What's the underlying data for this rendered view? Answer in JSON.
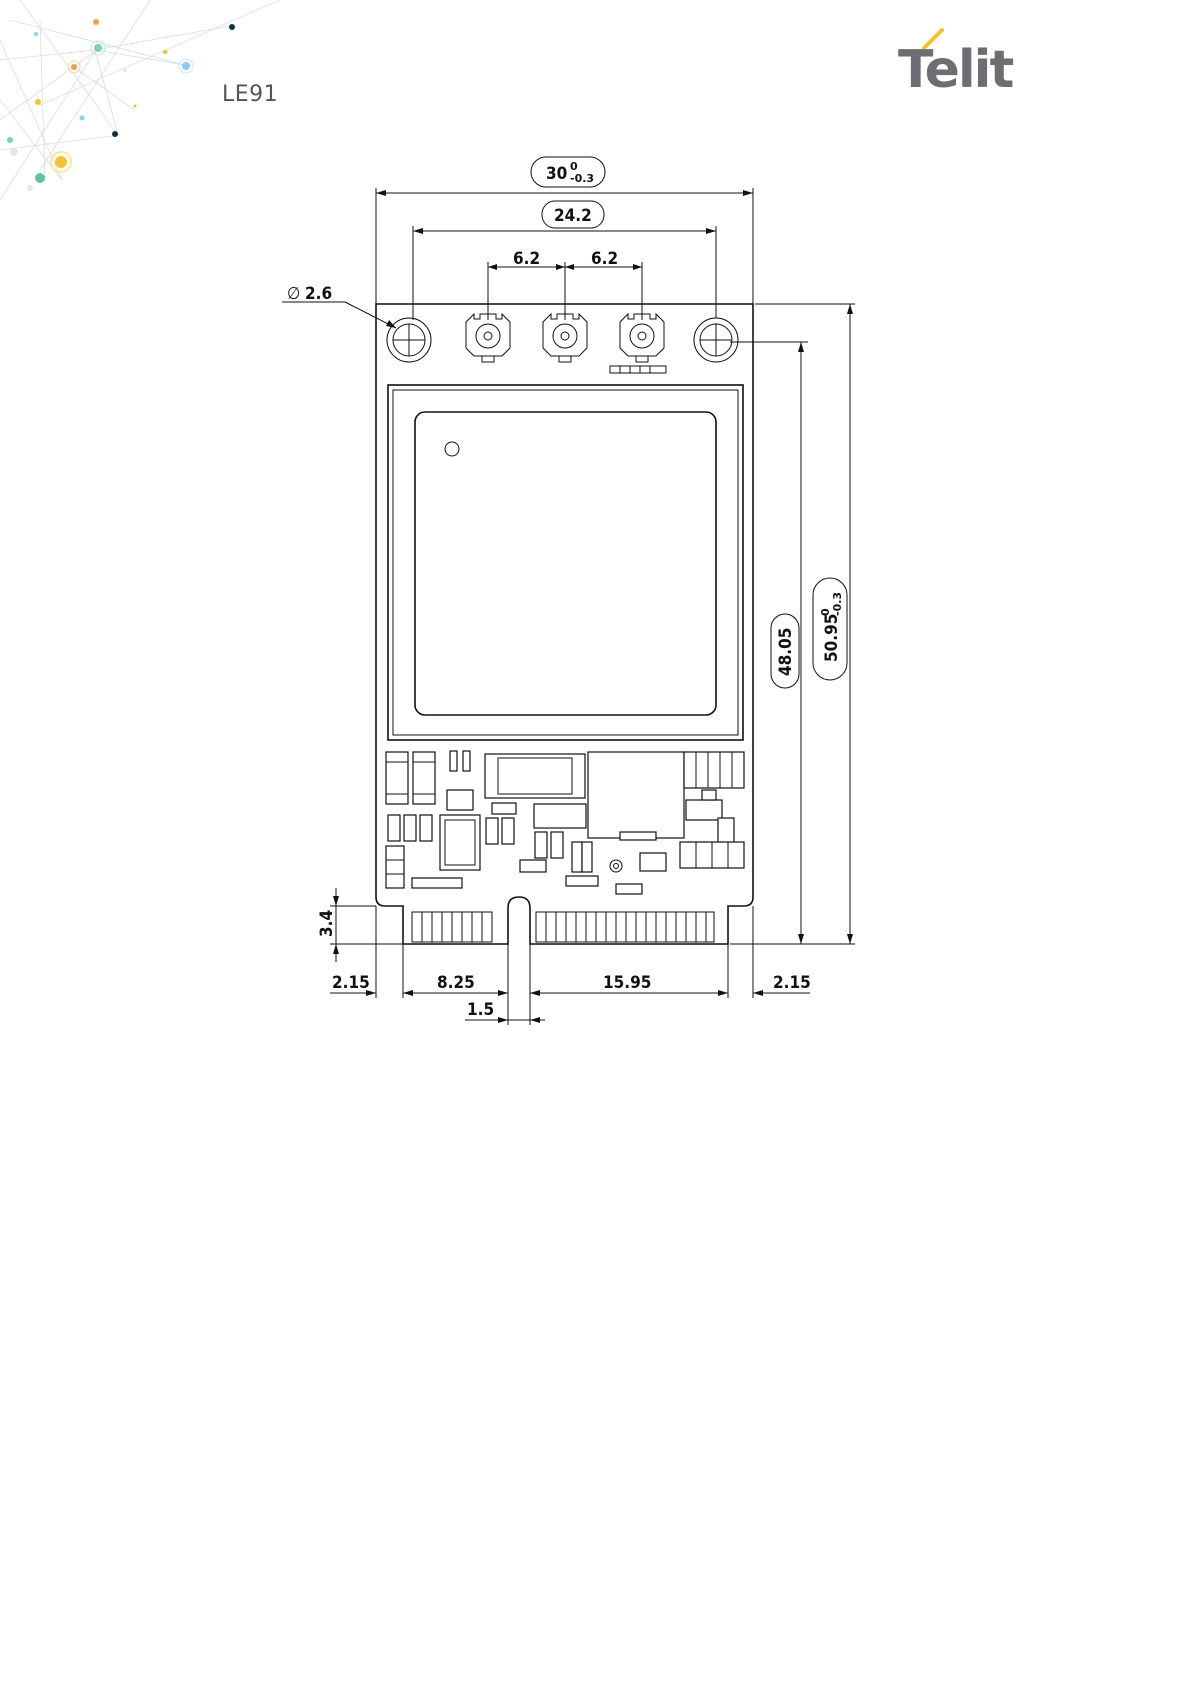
{
  "header": {
    "doc_title": "LE91",
    "logo_text": "Telit",
    "logo_accent_color": "#f2c230",
    "logo_text_color": "#6d6e71"
  },
  "drawing": {
    "width_main": "30",
    "width_tol_upper": "0",
    "width_tol_lower": "-0.3",
    "hole_spacing": "24.2",
    "connector_pitch_left": "6.2",
    "connector_pitch_right": "6.2",
    "hole_diameter": "2.6",
    "diameter_symbol": "∅",
    "height_inner": "48.05",
    "height_main": "50.95",
    "height_tol_upper": "0",
    "height_tol_lower": "-0.3",
    "edge_left": "2.15",
    "key_left": "8.25",
    "key_right": "15.95",
    "edge_right": "2.15",
    "notch_width": "1.5",
    "finger_height": "3.4"
  }
}
